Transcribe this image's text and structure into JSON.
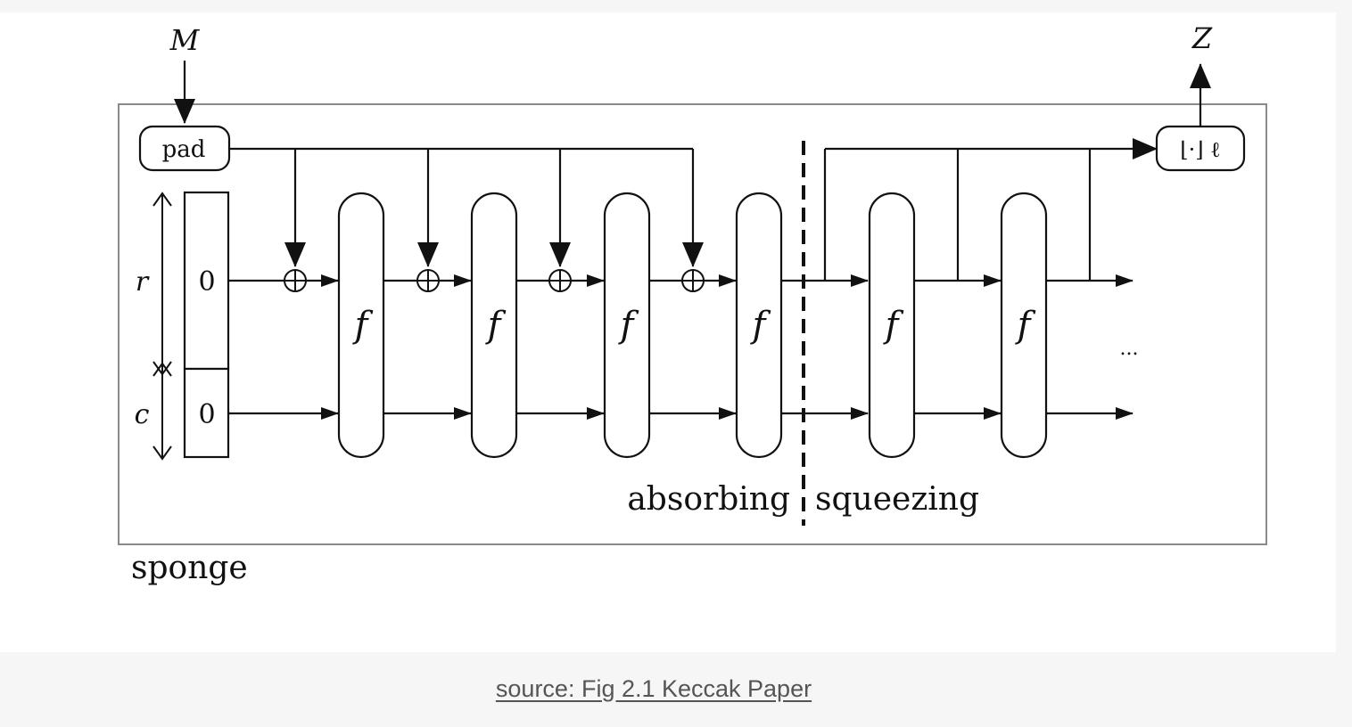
{
  "figure": {
    "input_label": "M",
    "output_label": "Z",
    "pad_label": "pad",
    "truncate_label": "⌊·⌋ ℓ",
    "rate_label": "r",
    "capacity_label": "c",
    "initial_rate_value": "0",
    "initial_capacity_value": "0",
    "function_label": "f",
    "ellipsis": "...",
    "phase_absorbing": "absorbing",
    "phase_squeezing": "squeezing",
    "construction_label": "sponge"
  },
  "caption": {
    "text": "source: Fig 2.1 Keccak Paper"
  }
}
